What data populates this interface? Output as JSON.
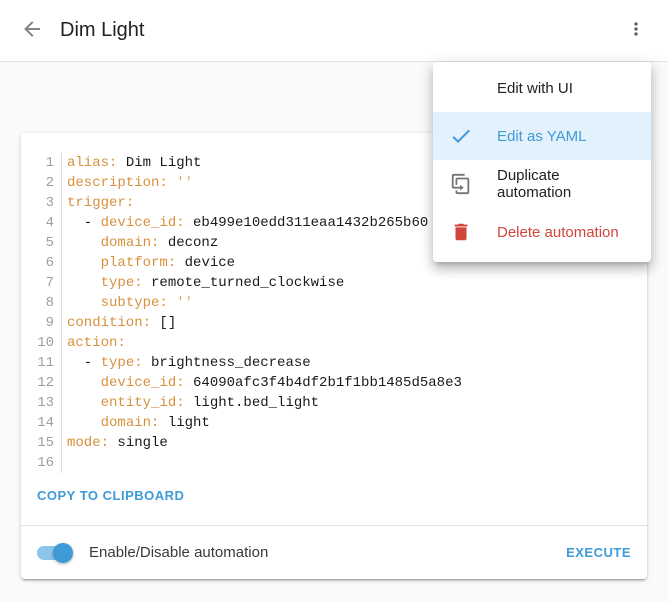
{
  "header": {
    "title": "Dim Light"
  },
  "menu": {
    "items": [
      {
        "label": "Edit with UI"
      },
      {
        "label": "Edit as YAML"
      },
      {
        "label": "Duplicate automation"
      },
      {
        "label": "Delete automation"
      }
    ]
  },
  "editor": {
    "lines": [
      {
        "n": 1,
        "segs": [
          [
            "k",
            "alias:"
          ],
          [
            "p",
            " Dim Light"
          ]
        ]
      },
      {
        "n": 2,
        "segs": [
          [
            "k",
            "description:"
          ],
          [
            "p",
            " "
          ],
          [
            "s",
            "''"
          ]
        ]
      },
      {
        "n": 3,
        "segs": [
          [
            "k",
            "trigger:"
          ]
        ]
      },
      {
        "n": 4,
        "segs": [
          [
            "p",
            "  - "
          ],
          [
            "k",
            "device_id:"
          ],
          [
            "p",
            " eb499e10edd311eaa1432b265b60"
          ]
        ]
      },
      {
        "n": 5,
        "segs": [
          [
            "p",
            "    "
          ],
          [
            "k",
            "domain:"
          ],
          [
            "p",
            " deconz"
          ]
        ]
      },
      {
        "n": 6,
        "segs": [
          [
            "p",
            "    "
          ],
          [
            "k",
            "platform:"
          ],
          [
            "p",
            " device"
          ]
        ]
      },
      {
        "n": 7,
        "segs": [
          [
            "p",
            "    "
          ],
          [
            "k",
            "type:"
          ],
          [
            "p",
            " remote_turned_clockwise"
          ]
        ]
      },
      {
        "n": 8,
        "segs": [
          [
            "p",
            "    "
          ],
          [
            "k",
            "subtype:"
          ],
          [
            "p",
            " "
          ],
          [
            "s",
            "''"
          ]
        ]
      },
      {
        "n": 9,
        "segs": [
          [
            "k",
            "condition:"
          ],
          [
            "p",
            " []"
          ]
        ]
      },
      {
        "n": 10,
        "segs": [
          [
            "k",
            "action:"
          ]
        ]
      },
      {
        "n": 11,
        "segs": [
          [
            "p",
            "  - "
          ],
          [
            "k",
            "type:"
          ],
          [
            "p",
            " brightness_decrease"
          ]
        ]
      },
      {
        "n": 12,
        "segs": [
          [
            "p",
            "    "
          ],
          [
            "k",
            "device_id:"
          ],
          [
            "p",
            " 64090afc3f4b4df2b1f1bb1485d5a8e3"
          ]
        ]
      },
      {
        "n": 13,
        "segs": [
          [
            "p",
            "    "
          ],
          [
            "k",
            "entity_id:"
          ],
          [
            "p",
            " light.bed_light"
          ]
        ]
      },
      {
        "n": 14,
        "segs": [
          [
            "p",
            "    "
          ],
          [
            "k",
            "domain:"
          ],
          [
            "p",
            " light"
          ]
        ]
      },
      {
        "n": 15,
        "segs": [
          [
            "k",
            "mode:"
          ],
          [
            "p",
            " single"
          ]
        ]
      },
      {
        "n": 16,
        "segs": []
      }
    ]
  },
  "actions": {
    "copy_label": "COPY TO CLIPBOARD",
    "toggle_label": "Enable/Disable automation",
    "toggle_on": true,
    "execute_label": "EXECUTE"
  },
  "colors": {
    "primary_blue": "#3d9bd9",
    "menu_highlight_blue": "#e2f1fb",
    "danger_red": "#d0453c",
    "yaml_key_orange": "#d7913c",
    "yaml_string_tan": "#d8ab72",
    "page_background": "#fafafa"
  }
}
